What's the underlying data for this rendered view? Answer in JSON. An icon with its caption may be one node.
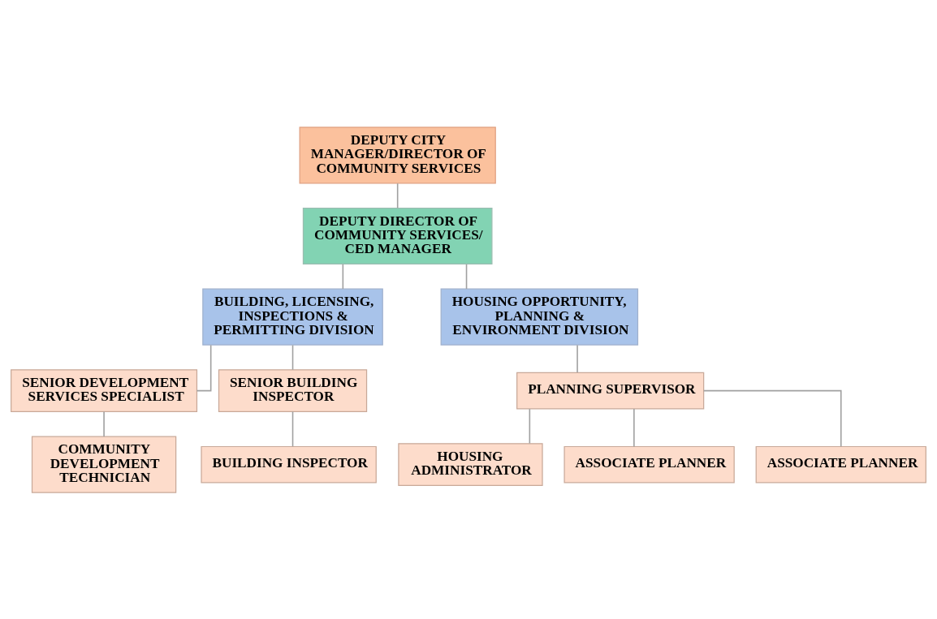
{
  "diagram": {
    "nodes": [
      {
        "text": [
          "DEPUTY CITY MANAGER/DIRECTOR OF COMMUNITY SERVICES"
        ]
      },
      {
        "text": [
          "DEPUTY DIRECTOR OF COMMUNITY SERVICES/ CED MANAGER"
        ]
      },
      {
        "text": [
          "BUILDING, LICENSING, INSPECTIONS & PERMITTING DIVISION"
        ]
      },
      {
        "text": [
          "HOUSING OPPORTUNITY, PLANNING & ENVIRONMENT DIVISION"
        ]
      },
      {
        "text": [
          "SENIOR DEVELOPMENT SERVICES SPECIALIST"
        ]
      },
      {
        "text": [
          "SENIOR BUILDING INSPECTOR"
        ]
      },
      {
        "text": [
          "COMMUNITY DEVELOPMENT TECHNICIAN"
        ]
      },
      {
        "text": [
          "BUILDING INSPECTOR"
        ]
      },
      {
        "text": [
          "PLANNING SUPERVISOR"
        ]
      },
      {
        "text": [
          "HOUSING ADMINISTRATOR"
        ]
      },
      {
        "text": [
          "ASSOCIATE PLANNER"
        ]
      },
      {
        "text": [
          "ASSOCIATE PLANNER"
        ]
      }
    ],
    "edges": [
      {
        "from": 0,
        "to": 1,
        "arrow": "none"
      },
      {
        "from": 1,
        "to": 2,
        "arrow": "none"
      },
      {
        "from": 1,
        "to": 3,
        "arrow": "none"
      },
      {
        "from": 2,
        "to": 4,
        "arrow": "none"
      },
      {
        "from": 2,
        "to": 5,
        "arrow": "none"
      },
      {
        "from": 4,
        "to": 6,
        "arrow": "none"
      },
      {
        "from": 5,
        "to": 7,
        "arrow": "none"
      },
      {
        "from": 3,
        "to": 8,
        "arrow": "none"
      },
      {
        "from": 8,
        "to": 9,
        "arrow": "none"
      },
      {
        "from": 8,
        "to": 10,
        "arrow": "none"
      },
      {
        "from": 8,
        "to": 11,
        "arrow": "none"
      }
    ]
  }
}
